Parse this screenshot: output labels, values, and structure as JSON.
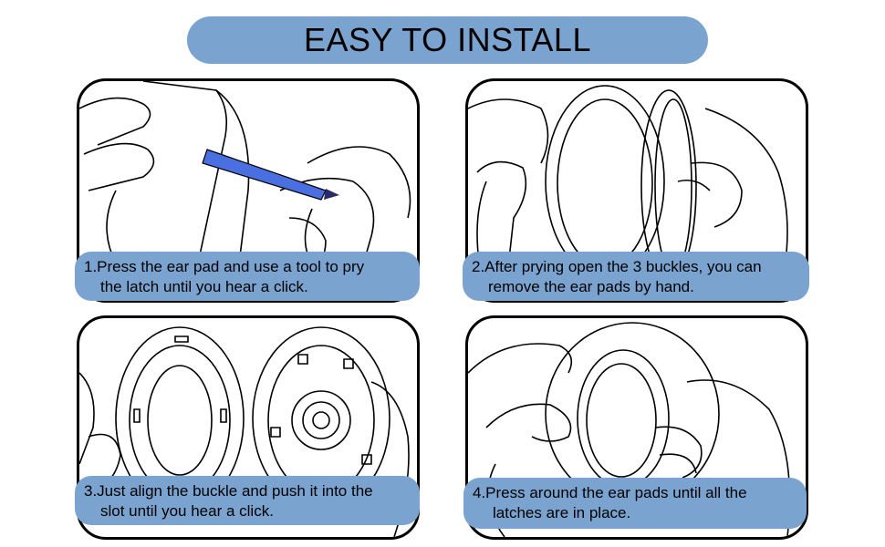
{
  "header": {
    "title": "EASY TO INSTALL"
  },
  "steps": [
    {
      "line1": "1.Press the ear pad and use a tool to pry",
      "line2": "the latch until you hear a click."
    },
    {
      "line1": "2.After prying open the 3 buckles, you can",
      "line2": "remove the ear pads by hand."
    },
    {
      "line1": "3.Just align the buckle and push it into the",
      "line2": "slot until you hear a click."
    },
    {
      "line1": "4.Press around the ear pads until all the",
      "line2": "latches are in place."
    }
  ],
  "colors": {
    "accent": "#7ba3cf",
    "tool": "#4a6fe0"
  }
}
